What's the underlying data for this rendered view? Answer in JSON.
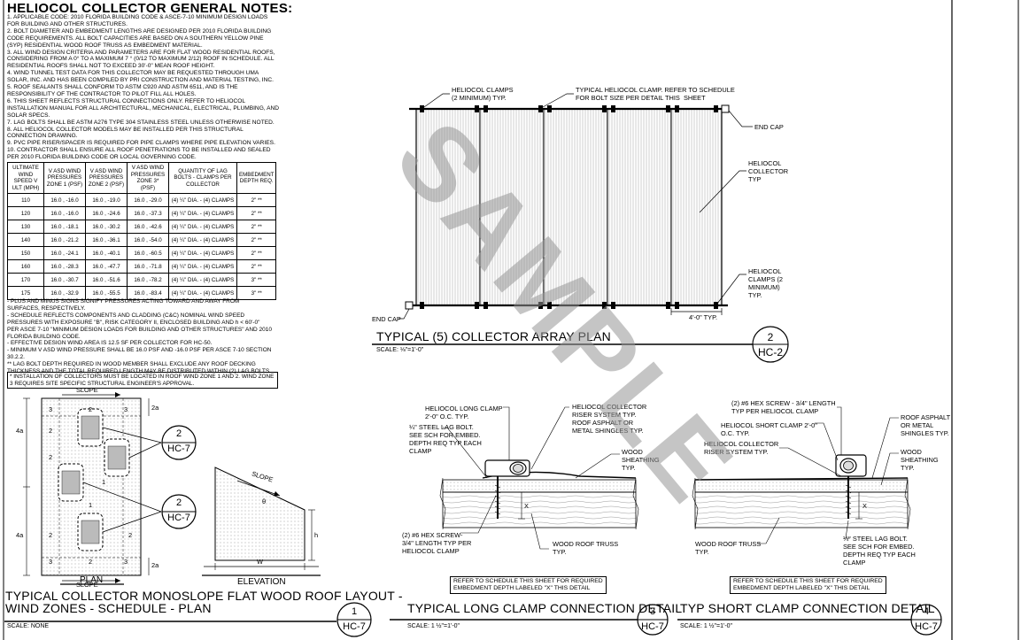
{
  "general_notes": {
    "title": "HELIOCOL COLLECTOR GENERAL NOTES:",
    "items": [
      "1.  APPLICABLE CODE: 2010 FLORIDA BUILDING CODE & ASCE-7-10 MINIMUM DESIGN LOADS FOR BUILDING AND OTHER STRUCTURES.",
      "2.  BOLT DIAMETER AND EMBEDMENT LENGTHS ARE DESIGNED PER 2010 FLORIDA BUILDING CODE REQUIREMENTS.  ALL BOLT CAPACITIES ARE BASED ON A SOUTHERN YELLOW PINE (SYP) RESIDENTIAL WOOD ROOF TRUSS AS EMBEDMENT MATERIAL.",
      "3.  ALL WIND DESIGN CRITERIA AND PARAMETERS ARE FOR FLAT WOOD RESIDENTIAL ROOFS, CONSIDERING FROM A 0° TO A MAXIMUM 7 ° (0/12 TO MAXIMUM 2/12) ROOF IN SCHEDULE. ALL RESIDENTIAL ROOFS SHALL NOT TO EXCEED 30'-0\" MEAN ROOF HEIGHT.",
      "4.  WIND TUNNEL TEST DATA FOR THIS COLLECTOR MAY BE REQUESTED THROUGH UMA SOLAR, INC. AND HAS BEEN COMPILED BY  PRI CONSTRUCTION AND MATERIAL TESTING, INC.",
      "5.  ROOF SEALANTS SHALL CONFORM TO ASTM C920 AND ASTM 6511, AND IS THE RESPONSIBILITY OF THE CONTRACTOR TO PILOT FILL ALL HOLES.",
      "6.  THIS SHEET REFLECTS STRUCTURAL CONNECTIONS ONLY.  REFER TO HELIOCOL INSTALLATION MANUAL FOR ALL ARCHITECTURAL, MECHANICAL, ELECTRICAL, PLUMBING, AND SOLAR SPECS.",
      "7.  LAG BOLTS  SHALL BE ASTM A276 TYPE 304 STAINLESS STEEL UNLESS OTHERWISE NOTED.",
      "8.  ALL HELIOCOL COLLECTOR MODELS MAY BE INSTALLED PER THIS STRUCTURAL CONNECTION DRAWING.",
      "9.  PVC PIPE RISER/SPACER IS REQUIRED FOR PIPE CLAMPS WHERE PIPE ELEVATION VARIES.",
      "10.  CONTRACTOR SHALL ENSURE ALL ROOF PENETRATIONS TO BE INSTALLED AND SEALED PER 2010 FLORIDA BUILDING CODE OR LOCAL GOVERNING CODE."
    ]
  },
  "schedule": {
    "headers": [
      "ULTIMATE WIND SPEED V ULT (MPH)",
      "V ASD WIND PRESSURES ZONE 1 (PSF)",
      "V ASD WIND PRESSURES ZONE 2 (PSF)",
      "V ASD WIND PRESSURES ZONE 3* (PSF)",
      "QUANTITY OF LAG BOLTS - CLAMPS PER COLLECTOR",
      "EMBEDMENT DEPTH REQ."
    ],
    "rows": [
      [
        "110",
        "16.0 , -16.0",
        "16.0 , -19.0",
        "16.0 , -29.0",
        "(4) ¼\" DIA. - (4) CLAMPS",
        "2\" **"
      ],
      [
        "120",
        "16.0 , -16.0",
        "16.0 , -24.6",
        "16.0 , -37.3",
        "(4) ¼\" DIA. - (4) CLAMPS",
        "2\" **"
      ],
      [
        "130",
        "16.0 , -18.1",
        "16.0 , -30.2",
        "16.0 , -42.6",
        "(4) ¼\" DIA. - (4) CLAMPS",
        "2\" **"
      ],
      [
        "140",
        "16.0 , -21.2",
        "16.0 , -36.1",
        "16.0 , -54.0",
        "(4) ¼\" DIA. - (4) CLAMPS",
        "2\" **"
      ],
      [
        "150",
        "16.0 , -24.1",
        "16.0 , -40.1",
        "16.0 , -60.5",
        "(4) ¼\" DIA. - (4) CLAMPS",
        "2\" **"
      ],
      [
        "160",
        "16.0 , -28.3",
        "16.0 , -47.7",
        "16.0 , -71.8",
        "(4) ¼\" DIA. - (4) CLAMPS",
        "2\" **"
      ],
      [
        "170",
        "16.0 , -30.7",
        "16.0 , -51.6",
        "16.0 , -78.2",
        "(4) ¼\" DIA. - (4) CLAMPS",
        "3\" **"
      ],
      [
        "175",
        "16.0 , -32.9",
        "16.0 , -55.5",
        "16.0 , -83.4",
        "(4) ¼\" DIA. - (4) CLAMPS",
        "3\" **"
      ]
    ]
  },
  "footnotes": [
    "- PLUS AND MINUS SIGNS SIGNIFY PRESSURES ACTING TOWARD AND AWAY FROM SURFACES, RESPECTIVELY.",
    "- SCHEDULE REFLECTS COMPONENTS AND CLADDING (C&C) NOMINAL WIND SPEED PRESSURES WITH EXPOSURE \"B\", RISK CATEGORY II,  ENCLOSED BUILDING AND h < 60'-0\" PER ASCE 7-10 \"MINIMUM DESIGN LOADS FOR  BUILDING AND OTHER STRUCTURES\" AND 2010 FLORIDA BUILDING CODE.",
    "- EFFECTIVE DESIGN WIND AREA IS 12.5 SF PER COLLECTOR FOR HC-50.",
    "- MINIMUM V ASD WIND PRESSURE SHALL BE 16.0 PSF AND -16.0 PSF PER ASCE 7-10 SECTION 30.2.2.",
    "** LAG BOLT DEPTH REQUIRED IN WOOD MEMBER SHALL EXCLUDE ANY ROOF DECKING THICKNESS AND THE TOTAL REQUIRED LENGTH MAY BE DISTRIBUTED WITHIN (2) LAG BOLTS."
  ],
  "install_note": "* INSTALLATION OF COLLECTORS MUST BE LOCATED IN ROOF WIND ZONE 1 AND 2.  WIND ZONE 3 REQUIRES SITE SPECIFIC STRUCTURAL ENGINEER'S APPROVAL.",
  "detail_2": {
    "title": "TYPICAL (5) COLLECTOR ARRAY PLAN",
    "scale": "SCALE:  ⅛\"=1'-0\"",
    "number": "2",
    "sheet": "HC-2",
    "labels": {
      "clamps_min": "HELIOCOL CLAMPS\n(2 MINIMUM) TYP.",
      "typ_clamp": "TYPICAL HELIOCOL CLAMP. REFER TO SCHEDULE\nFOR BOLT SIZE PER DETAIL THIS  SHEET",
      "end_cap_top": "END CAP",
      "collector": "HELIOCOL\nCOLLECTOR\nTYP",
      "clamps_min_right": "HELIOCOL\nCLAMPS (2\nMINIMUM)\nTYP.",
      "dimension": "4'-0\" TYP.",
      "end_cap_bottom": "END CAP"
    }
  },
  "detail_1": {
    "title": "TYPICAL COLLECTOR MONOSLOPE FLAT WOOD ROOF LAYOUT -\nWIND ZONES - SCHEDULE - PLAN",
    "scale": "SCALE:  NONE",
    "number": "1",
    "sheet": "HC-7",
    "plan_label": "PLAN",
    "elevation_label": "ELEVATION",
    "slope": "SLOPE",
    "dim_4a": "4a",
    "dim_2a": "2a",
    "zones": [
      "3",
      "2",
      "2",
      "3",
      "2",
      "1",
      "1",
      "2",
      "3",
      "2",
      "2",
      "3"
    ],
    "callout_number": "2",
    "callout_sheet": "HC-7",
    "elev_h": "h",
    "elev_w": "W",
    "elev_theta": "θ"
  },
  "detail_3": {
    "title": "TYPICAL LONG CLAMP CONNECTION DETAIL",
    "scale": "SCALE:  1 ½\"=1'-0\"",
    "number": "3",
    "sheet": "HC-7",
    "labels": {
      "long_clamp": "HELIOCOL LONG CLAMP\n2'-0\" O.C. TYP.",
      "lag_bolt": "¼\" STEEL LAG BOLT.\nSEE SCH FOR EMBED.\nDEPTH REQ TYP EACH\nCLAMP",
      "riser": "HELIOCOL COLLECTOR\nRISER SYSTEM TYP.\nROOF ASPHALT OR\nMETAL SHINGLES TYP.",
      "sheathing": "WOOD\nSHEATHING\nTYP.",
      "hex_screw": "(2) #6 HEX SCREW-\n3/4\" LENGTH TYP PER\nHELIOCOL CLAMP",
      "truss": "WOOD ROOF TRUSS\nTYP.",
      "x": "X"
    },
    "note": "REFER TO SCHEDULE THIS SHEET FOR REQUIRED\nEMBEDMENT DEPTH LABELED \"X\" THIS DETAIL"
  },
  "detail_4": {
    "title": "TYP SHORT CLAMP CONNECTION DETAIL",
    "scale": "SCALE:  1 ½\"=1'-0\"",
    "number": "4",
    "sheet": "HC-7",
    "labels": {
      "hex_screw": "(2) #6 HEX SCREW - 3/4\" LENGTH\nTYP PER HELIOCOL CLAMP",
      "short_clamp": "HELIOCOL SHORT CLAMP 2'-0\"\nO.C. TYP.",
      "riser": "HELIOCOL COLLECTOR\nRISER SYSTEM TYP.",
      "roof": "ROOF ASPHALT\nOR METAL\nSHINGLES TYP.",
      "sheathing": "WOOD\nSHEATHING\nTYP.",
      "truss": "WOOD ROOF TRUSS\nTYP.",
      "lag_bolt": "¼\" STEEL LAG BOLT.\nSEE SCH FOR EMBED.\nDEPTH REQ TYP EACH\nCLAMP",
      "x": "X"
    },
    "note": "REFER TO SCHEDULE THIS SHEET FOR REQUIRED\nEMBEDMENT DEPTH LABELED \"X\" THIS DETAIL"
  },
  "watermark": "SAMPLE"
}
